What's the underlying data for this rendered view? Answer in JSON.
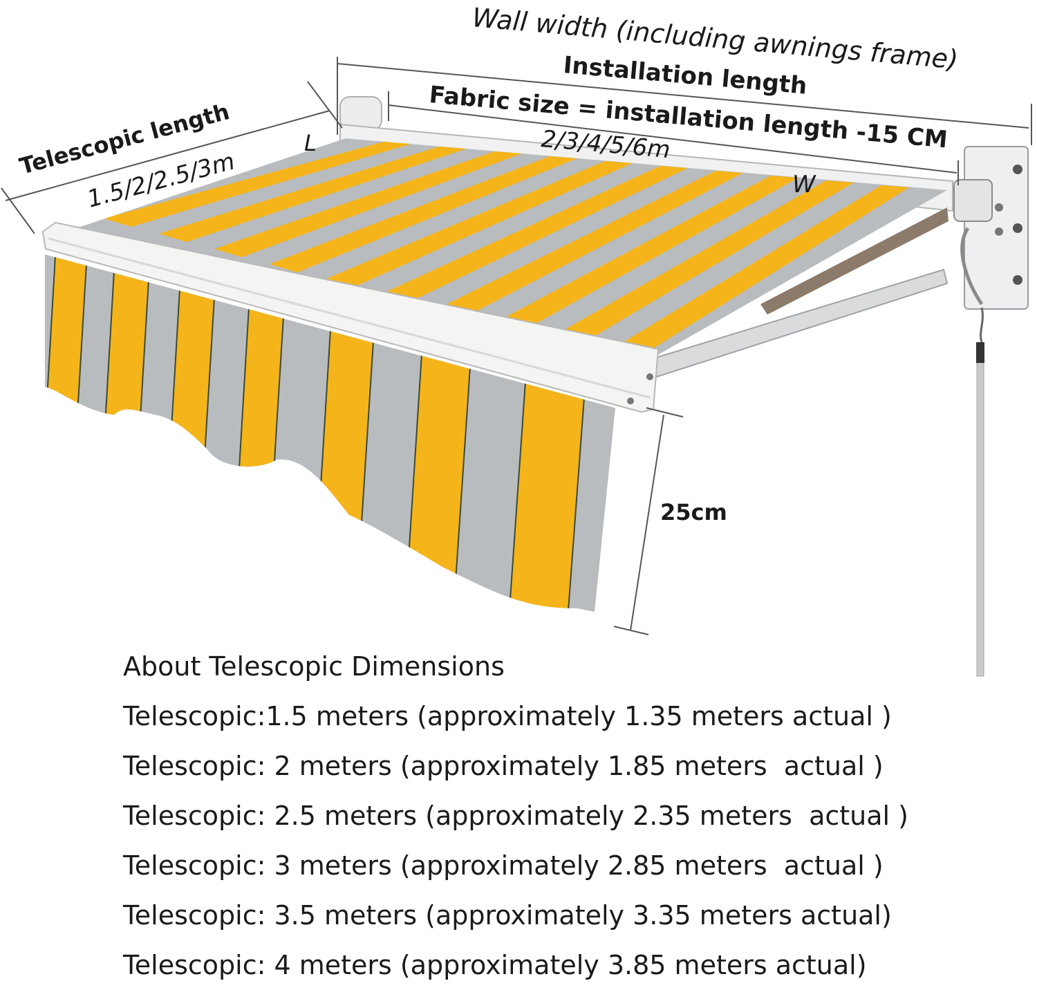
{
  "labels": {
    "wall_width": "Wall width (including awnings frame)",
    "installation_length": "Installation length",
    "fabric_size": "Fabric size = installation length -15 CM",
    "telescopic_length": "Telescopic length",
    "telescopic_values": "1.5/2/2.5/3m",
    "width_values": "2/3/4/5/6m",
    "letter_l": "L",
    "letter_w": "W",
    "valance_height": "25cm"
  },
  "colors": {
    "stripe_yellow": "#F5B41A",
    "stripe_grey": "#B9BCBF",
    "frame_white": "#F3F3F1",
    "metal": "#D6D8DA"
  },
  "notes": {
    "title": "About Telescopic Dimensions",
    "lines": [
      "Telescopic:1.5 meters (approximately 1.35 meters actual )",
      "Telescopic: 2 meters (approximately 1.85 meters  actual )",
      "Telescopic: 2.5 meters (approximately 2.35 meters  actual )",
      "Telescopic: 3 meters (approximately 2.85 meters  actual )",
      "Telescopic: 3.5 meters (approximately 3.35 meters actual)",
      "Telescopic: 4 meters (approximately 3.85 meters actual)"
    ]
  }
}
